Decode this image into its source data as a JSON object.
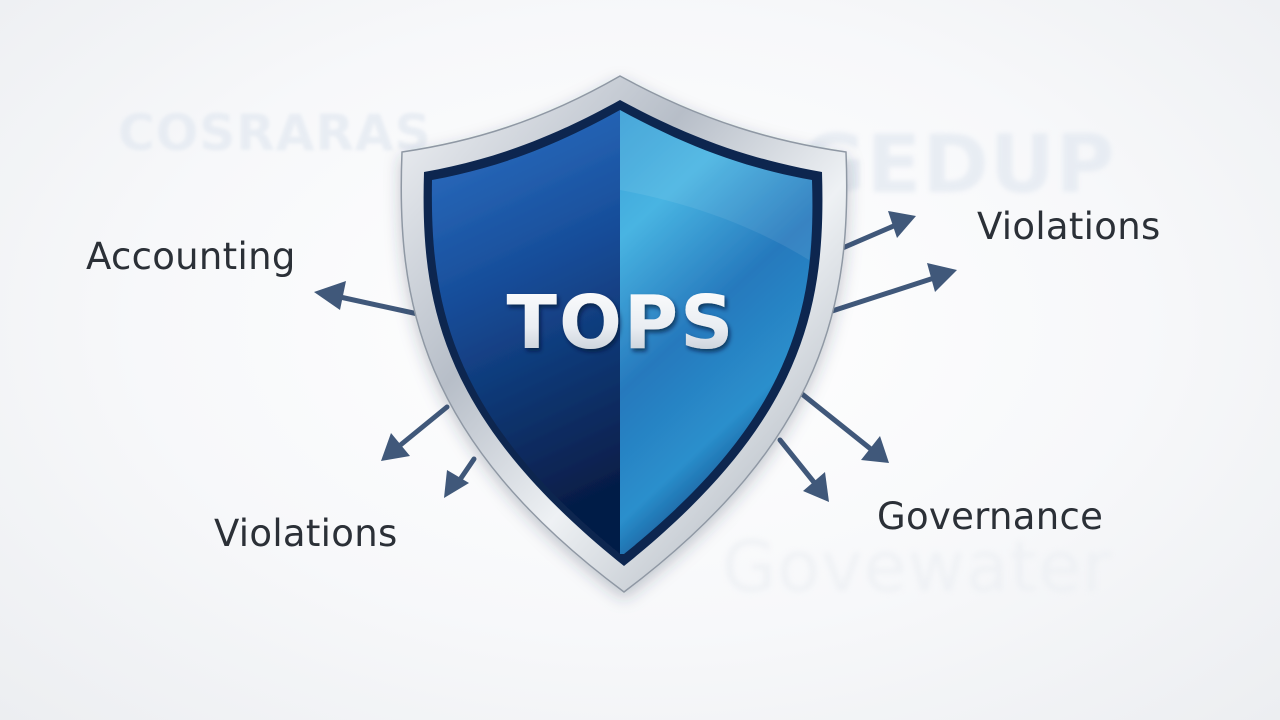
{
  "background_marks": {
    "top_left": "COSRARAS",
    "top_right": "GEDUP",
    "bottom_right": "Govewater"
  },
  "shield": {
    "title": "TOPS",
    "colors": {
      "primary_blue": "#1f5fae",
      "light_blue": "#3fa7d8",
      "dark_navy": "#0c2a5c",
      "silver_rim": "#c6ccd4"
    }
  },
  "labels": {
    "accounting": "Accounting",
    "violations_right": "Violations",
    "violations_left": "Violations",
    "governance": "Governance"
  },
  "arrow_color": "#40587a"
}
